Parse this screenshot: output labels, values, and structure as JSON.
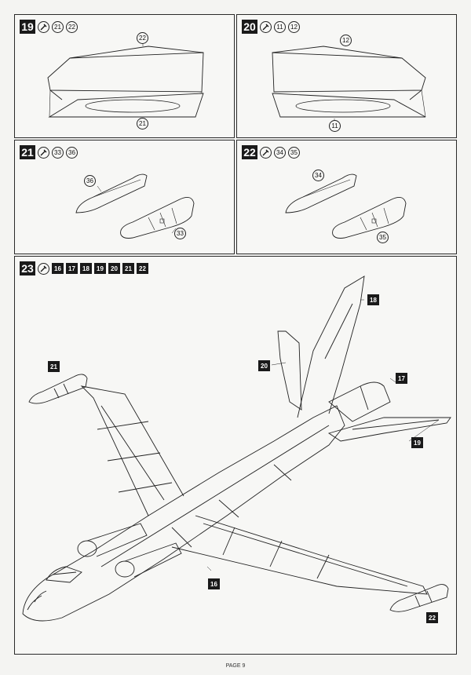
{
  "steps": [
    {
      "number": "19",
      "parts": [
        "21",
        "22"
      ],
      "callout_top": "22",
      "callout_bottom": "21"
    },
    {
      "number": "20",
      "parts": [
        "11",
        "12"
      ],
      "callout_top": "12",
      "callout_bottom": "11"
    },
    {
      "number": "21",
      "parts": [
        "33",
        "36"
      ],
      "callout_top": "36",
      "callout_bottom": "33"
    },
    {
      "number": "22",
      "parts": [
        "34",
        "35"
      ],
      "callout_top": "34",
      "callout_bottom": "35"
    },
    {
      "number": "23",
      "parts": [
        "16",
        "17",
        "18",
        "19",
        "20",
        "21",
        "22"
      ]
    }
  ],
  "assembly_callouts": {
    "tail_fin": "18",
    "rudder": "20",
    "engine_pod": "17",
    "stabilizer": "19",
    "left_pod": "21",
    "right_pod": "22",
    "fuselage": "16"
  },
  "icons": {
    "glue": "glue-icon"
  },
  "footer": {
    "page": "PAGE 9"
  }
}
